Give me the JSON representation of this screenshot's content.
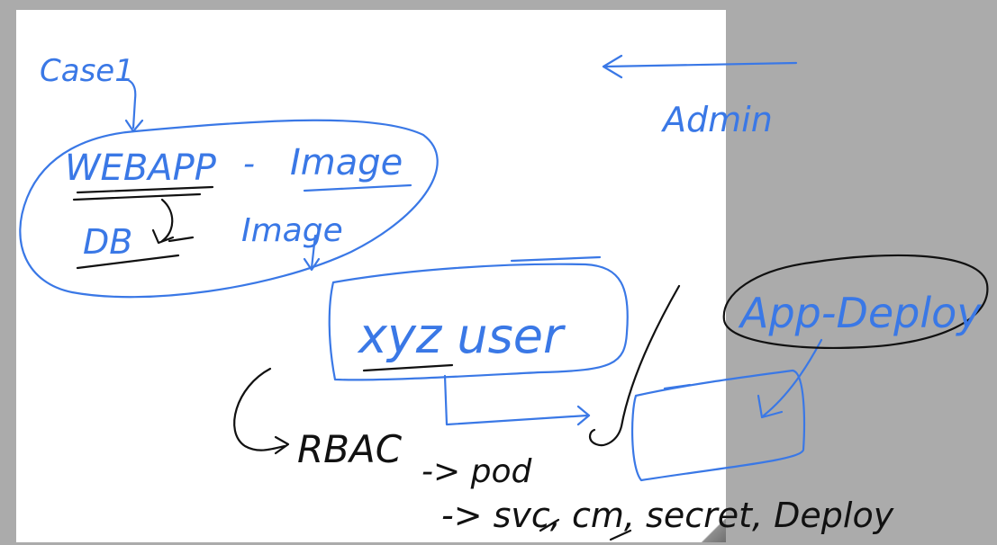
{
  "notes": {
    "case_label": "Case1",
    "admin_label": "Admin",
    "webapp_label": "WEBAPP",
    "dash": "-",
    "image_label_1": "Image",
    "db_label": "DB",
    "image_label_2": "Image",
    "xyz_user_label": "xyz user",
    "app_deploy_label": "App-Deploy",
    "rbac_label": "RBAC",
    "arrow_pod": "-> pod",
    "arrow_svc_line": "-> svc, cm, secret, Deploy"
  },
  "colors": {
    "ink_blue": "#3a78e6",
    "ink_black": "#111111",
    "page": "#ffffff",
    "background": "#ababab"
  }
}
